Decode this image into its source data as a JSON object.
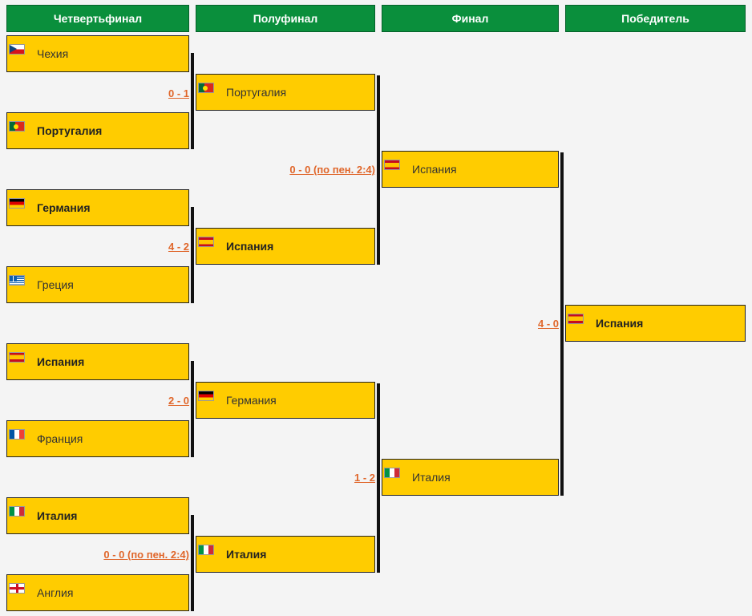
{
  "headers": [
    "Четвертьфинал",
    "Полуфинал",
    "Финал",
    "Победитель"
  ],
  "quarterfinals": [
    {
      "name": "Чехия",
      "flag": "czech-flag-icon",
      "winner": false
    },
    {
      "name": "Португалия",
      "flag": "portugal-flag-icon",
      "winner": true
    },
    {
      "name": "Германия",
      "flag": "germany-flag-icon",
      "winner": true
    },
    {
      "name": "Греция",
      "flag": "greece-flag-icon",
      "winner": false
    },
    {
      "name": "Испания",
      "flag": "spain-flag-icon",
      "winner": true
    },
    {
      "name": "Франция",
      "flag": "france-flag-icon",
      "winner": false
    },
    {
      "name": "Италия",
      "flag": "italy-flag-icon",
      "winner": true
    },
    {
      "name": "Англия",
      "flag": "england-flag-icon",
      "winner": false
    }
  ],
  "qf_scores": [
    "0 - 1",
    "4 - 2",
    "2 - 0",
    "0 - 0 (по пен. 2:4)"
  ],
  "semifinals": [
    {
      "name": "Португалия",
      "flag": "portugal-flag-icon",
      "winner": false
    },
    {
      "name": "Испания",
      "flag": "spain-flag-icon",
      "winner": true
    },
    {
      "name": "Германия",
      "flag": "germany-flag-icon",
      "winner": false
    },
    {
      "name": "Италия",
      "flag": "italy-flag-icon",
      "winner": true
    }
  ],
  "sf_scores": [
    "0 - 0 (по пен. 2:4)",
    "1 - 2"
  ],
  "final": [
    {
      "name": "Испания",
      "flag": "spain-flag-icon",
      "winner": false
    },
    {
      "name": "Италия",
      "flag": "italy-flag-icon",
      "winner": false
    }
  ],
  "final_score": "4 - 0",
  "champion": {
    "name": "Испания",
    "flag": "spain-flag-icon",
    "winner": true
  },
  "colors": {
    "header_bg": "#0a8f3c",
    "box_bg": "#ffcc00",
    "score": "#e0662a"
  }
}
